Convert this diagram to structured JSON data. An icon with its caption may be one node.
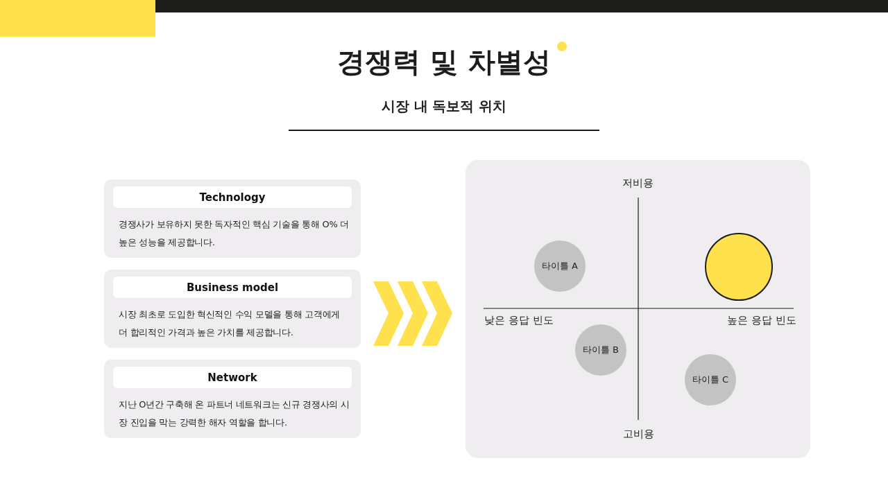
{
  "diagram": {
    "title": "경쟁력 및 차별성",
    "nodes": [
      {
        "text": [
          "Technology",
          "경쟁사가 보유하지 못한 독자적인 핵심 기술을 통해 O% 더 높은 성능을 제공합니다."
        ]
      },
      {
        "text": [
          "Business model",
          "시장 최초로 도입한 혁신적인 수익 모델을 통해 고객에게 더 합리적인 가격과 높은 가치를 제공합니다."
        ]
      },
      {
        "text": [
          "Network",
          "지난 O년간 구축해 온 파트너 네트워크는 신규 경쟁사의 시장 진입을 막는 강력한 해자 역할을 합니다."
        ]
      },
      {
        "text": [],
        "shape": "box"
      },
      {
        "text": [
          "타이틀 A"
        ],
        "in": 3
      },
      {
        "text": [],
        "shape": "circle",
        "in": 3
      },
      {
        "text": [
          "타이틀 B"
        ],
        "in": 3
      },
      {
        "text": [
          "타이틀 C"
        ],
        "in": 3
      }
    ],
    "edges": [],
    "labels": [
      "시장 내 독보적 위치",
      "저비용",
      "낮은 응답 빈도",
      "높은 응답 빈도",
      "고비용"
    ]
  }
}
